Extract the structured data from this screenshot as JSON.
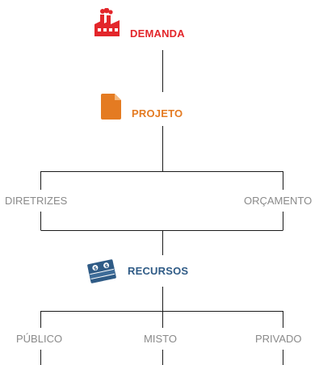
{
  "diagram": {
    "nodes": {
      "demanda": {
        "label": "DEMANDA",
        "color": "#e3262b",
        "icon": "factory-icon"
      },
      "projeto": {
        "label": "PROJETO",
        "color": "#e47b22",
        "icon": "document-icon"
      },
      "recursos": {
        "label": "RECURSOS",
        "color": "#2f5b86",
        "icon": "money-stack-icon"
      }
    },
    "branches_level1": [
      "DIRETRIZES",
      "ORÇAMENTO"
    ],
    "branches_level2": [
      "PÚBLICO",
      "MISTO",
      "PRIVADO"
    ],
    "line_color": "#1a1a1a",
    "leaf_color": "#8a8a8a"
  }
}
